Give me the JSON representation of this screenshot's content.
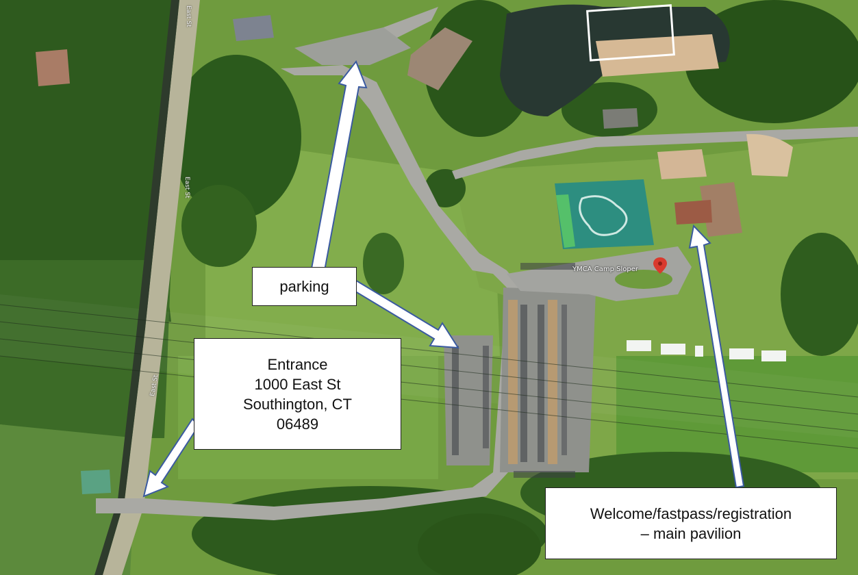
{
  "map": {
    "place_label": "YMCA Camp Sloper",
    "street_labels": [
      "East St",
      "East St",
      "East St"
    ],
    "colors": {
      "forest": "#2f5a1f",
      "grass": "#6d9a3c",
      "road": "#a7a7a2",
      "lot": "#9a9c97",
      "court": "#2e8f82",
      "roof": "#9b7b62",
      "pond": "#2b3b35",
      "sand": "#d4bb98",
      "arrow_fill": "#ffffff",
      "arrow_stroke": "#3a5aa0",
      "pin": "#d93a2e"
    },
    "icons": [
      "location-pin-icon"
    ]
  },
  "callouts": {
    "parking": {
      "text": "parking"
    },
    "entrance": {
      "lines": [
        "Entrance",
        "1000 East St",
        "Southington, CT",
        "06489"
      ]
    },
    "pavilion": {
      "lines": [
        "Welcome/fastpass/registration",
        "– main pavilion"
      ]
    }
  }
}
